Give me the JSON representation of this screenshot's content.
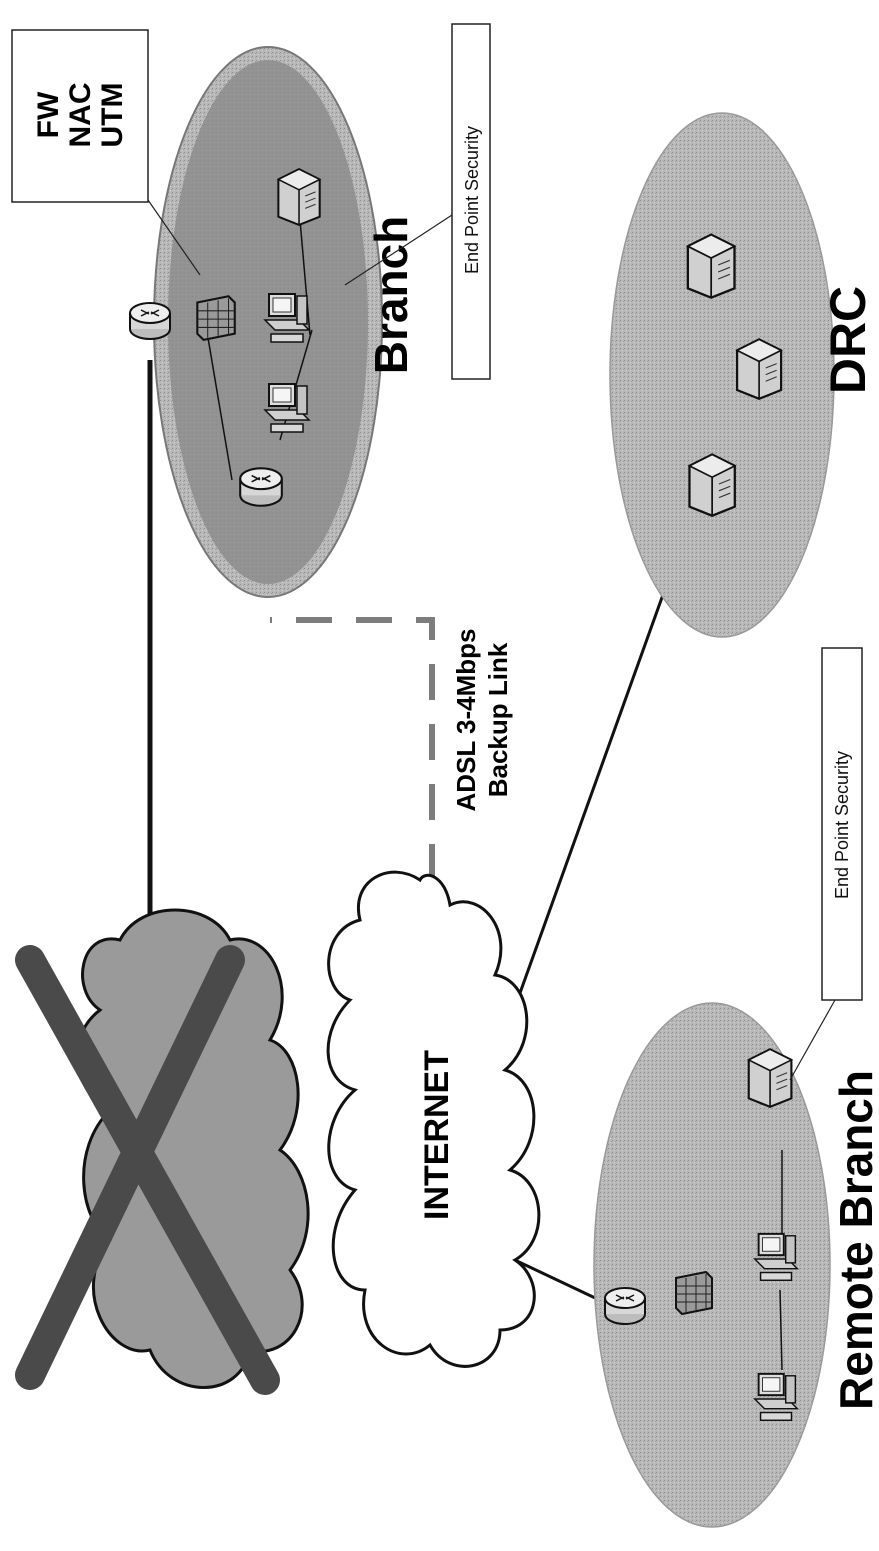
{
  "labels": {
    "branch": "Branch",
    "fw": "FW",
    "nac": "NAC",
    "utm": "UTM",
    "end_point_security": "End Point Security",
    "drc": "DRC",
    "adsl_line1": "ADSL 3-4Mbps",
    "adsl_line2": "Backup Link",
    "internet": "INTERNET",
    "remote_branch": "Remote Branch"
  },
  "colors": {
    "site_fill": "#b3b3b3",
    "branch_inner": "#808080",
    "cloud_fill": "#9a9a9a",
    "cross_stroke": "#4a4a4a",
    "link": "#111111"
  }
}
